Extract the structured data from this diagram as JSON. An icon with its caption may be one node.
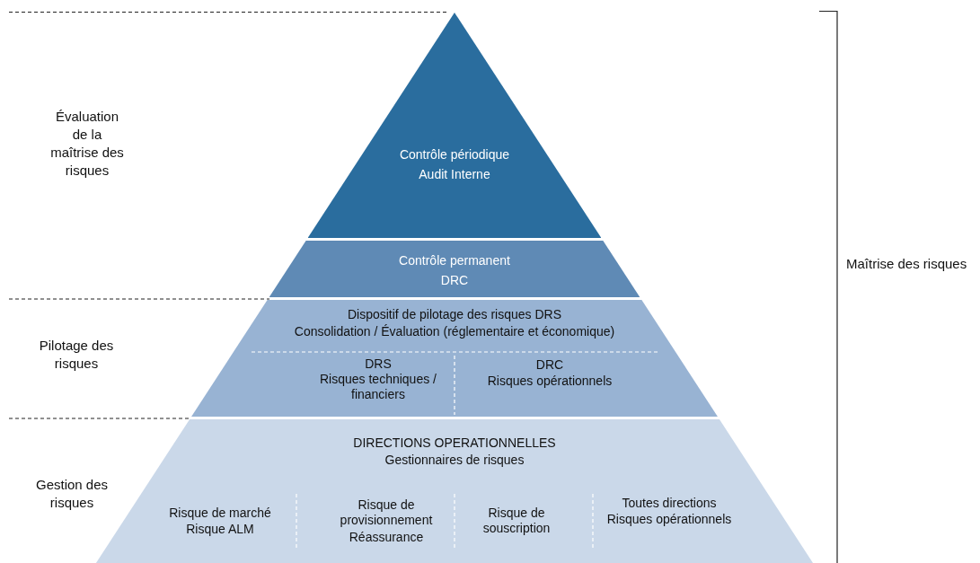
{
  "diagram": {
    "nodes": [
      {
        "text": [
          "Contrôle périodique",
          "Audit Interne"
        ]
      },
      {
        "text": [
          "Contrôle permanent",
          "DRC"
        ]
      },
      {
        "text": [
          "Dispositif de pilotage des risques DRS",
          "Consolidation / Évaluation (réglementaire et économique)"
        ]
      },
      {
        "text": [
          "DRS",
          "Risques techniques / financiers"
        ],
        "in": 2
      },
      {
        "text": [
          "DRC",
          "Risques opérationnels"
        ],
        "in": 2
      },
      {
        "text": [
          "DIRECTIONS OPERATIONNELLES",
          "Gestionnaires de risques"
        ]
      },
      {
        "text": [
          "Risque de marché",
          "Risque ALM"
        ],
        "in": 5
      },
      {
        "text": [
          "Risque de provisionnement",
          "Réassurance"
        ],
        "in": 5
      },
      {
        "text": [
          "Risque de souscription"
        ],
        "in": 5
      },
      {
        "text": [
          "Toutes directions",
          "Risques opérationnels"
        ],
        "in": 5
      }
    ],
    "labels": [
      "Évaluation de la maîtrise des risques",
      "Pilotage des risques",
      "Gestion des risques",
      "Maîtrise des risques"
    ]
  }
}
